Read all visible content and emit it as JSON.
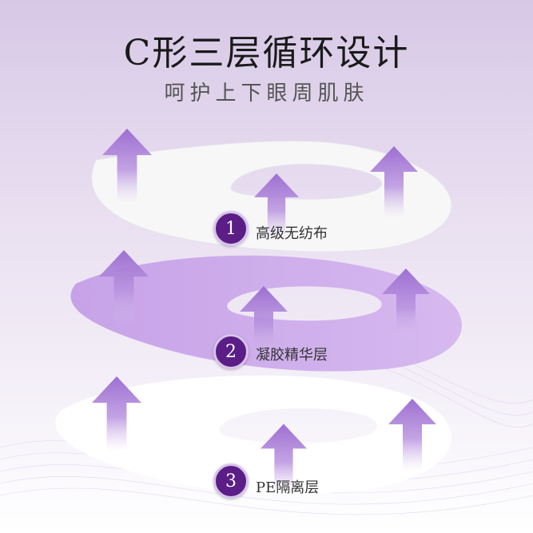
{
  "header": {
    "title": "C形三层循环设计",
    "subtitle": "呵护上下眼周肌肤"
  },
  "layers": [
    {
      "number": "1",
      "label": "高级无纺布"
    },
    {
      "number": "2",
      "label": "凝胶精华层"
    },
    {
      "number": "3",
      "label": "PE隔离层"
    }
  ],
  "colors": {
    "accent": "#5a1e86",
    "gel": "#c9a6e8",
    "arrow": "#a77ad6"
  }
}
